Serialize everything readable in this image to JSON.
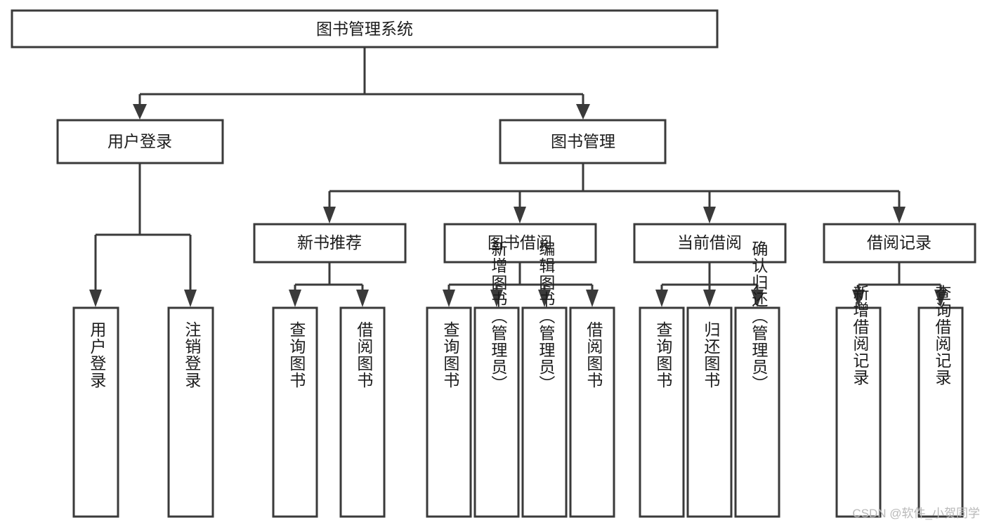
{
  "diagram": {
    "type": "tree-hierarchy-flowchart",
    "title": "图书管理系统",
    "root": {
      "id": "root",
      "label": "图书管理系统",
      "orientation": "horizontal"
    },
    "level2": [
      {
        "id": "user-login",
        "label": "用户登录",
        "orientation": "horizontal"
      },
      {
        "id": "book-manage",
        "label": "图书管理",
        "orientation": "horizontal"
      }
    ],
    "level3": [
      {
        "id": "new-book-recommend",
        "label": "新书推荐",
        "parent": "book-manage",
        "orientation": "horizontal"
      },
      {
        "id": "book-borrow",
        "label": "图书借阅",
        "parent": "book-manage",
        "orientation": "horizontal"
      },
      {
        "id": "current-borrow",
        "label": "当前借阅",
        "parent": "book-manage",
        "orientation": "horizontal"
      },
      {
        "id": "borrow-record",
        "label": "借阅记录",
        "parent": "book-manage",
        "orientation": "horizontal"
      }
    ],
    "leaves": [
      {
        "id": "leaf-user-login",
        "label": "用户登录",
        "parent": "user-login",
        "orientation": "vertical"
      },
      {
        "id": "leaf-logout",
        "label": "注销登录",
        "parent": "user-login",
        "orientation": "vertical"
      },
      {
        "id": "leaf-query-book-1",
        "label": "查询图书",
        "parent": "new-book-recommend",
        "orientation": "vertical"
      },
      {
        "id": "leaf-borrow-book-1",
        "label": "借阅图书",
        "parent": "new-book-recommend",
        "orientation": "vertical"
      },
      {
        "id": "leaf-query-book-2",
        "label": "查询图书",
        "parent": "book-borrow",
        "orientation": "vertical"
      },
      {
        "id": "leaf-add-book",
        "label": "新增图书（管理员）",
        "parent": "book-borrow",
        "orientation": "vertical"
      },
      {
        "id": "leaf-edit-book",
        "label": "编辑图书（管理员）",
        "parent": "book-borrow",
        "orientation": "vertical"
      },
      {
        "id": "leaf-borrow-book-2",
        "label": "借阅图书",
        "parent": "book-borrow",
        "orientation": "vertical"
      },
      {
        "id": "leaf-query-book-3",
        "label": "查询图书",
        "parent": "current-borrow",
        "orientation": "vertical"
      },
      {
        "id": "leaf-return-book",
        "label": "归还图书",
        "parent": "current-borrow",
        "orientation": "vertical"
      },
      {
        "id": "leaf-confirm-return",
        "label": "确认归还（管理员）",
        "parent": "current-borrow",
        "orientation": "vertical"
      },
      {
        "id": "leaf-add-record",
        "label": "新增借阅记录",
        "parent": "borrow-record",
        "orientation": "vertical"
      },
      {
        "id": "leaf-query-record",
        "label": "查询借阅记录",
        "parent": "borrow-record",
        "orientation": "vertical"
      }
    ],
    "colors": {
      "box_stroke": "#3a3a3a",
      "box_fill": "#ffffff",
      "connector": "#3a3a3a",
      "label_text": "#1c1c1c",
      "background": "#ffffff",
      "watermark_text": "#b9b9b9"
    }
  },
  "watermark": {
    "text": "CSDN @软件_小贺同学"
  }
}
